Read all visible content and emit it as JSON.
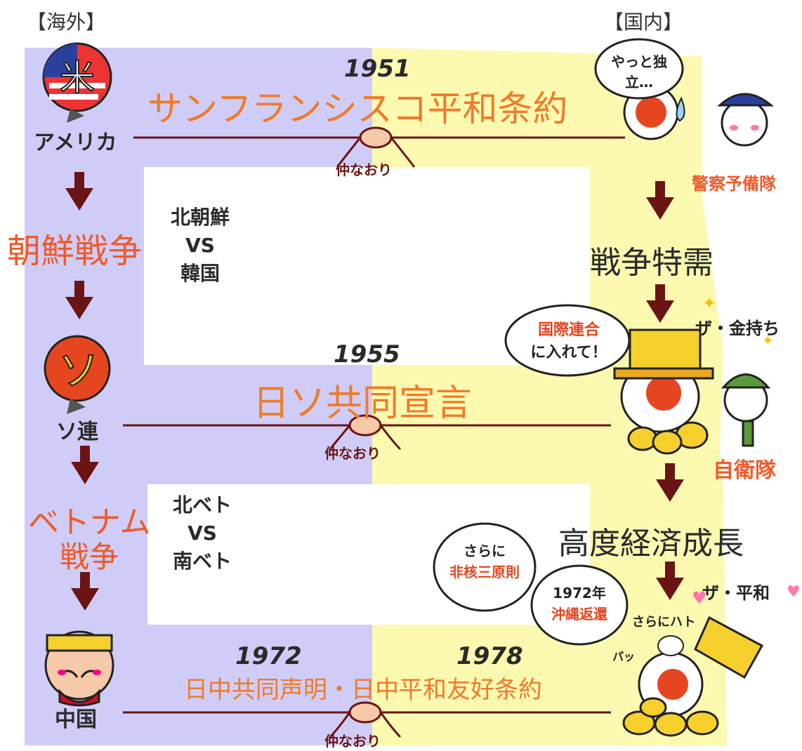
{
  "headers": {
    "overseas": "【海外】",
    "domestic": "【国内】"
  },
  "events": [
    {
      "year": "1951",
      "title": "サンフランシスコ平和条約",
      "note": "仲なおり",
      "country": "アメリカ"
    },
    {
      "year": "1955",
      "title": "日ソ共同宣言",
      "note": "仲なおり",
      "country": "ソ連"
    },
    {
      "year1": "1972",
      "year2": "1978",
      "title": "日中共同声明・日中平和友好条約",
      "note": "仲なおり",
      "country": "中国"
    }
  ],
  "wars": [
    {
      "name": "朝鮮戦争",
      "vs_top": "北朝鮮",
      "vs": "VS",
      "vs_bottom": "韓国"
    },
    {
      "name_line1": "ベトナム",
      "name_line2": "戦争",
      "vs_top": "北ベト",
      "vs": "VS",
      "vs_bottom": "南ベト"
    }
  ],
  "domestic": {
    "bubble_independence": "やっと独立…",
    "police": "警察予備隊",
    "special_demand": "戦争特需",
    "bubble_un_line1": "国際連合",
    "bubble_un_line2": "に入れて！",
    "rich_label": "ザ・金持ち",
    "sdf": "自衛隊",
    "growth": "高度経済成長",
    "bubble_nonnuclear_line1": "さらに",
    "bubble_nonnuclear_line2": "非核三原則",
    "bubble_okinawa_line1": "1972年",
    "bubble_okinawa_line2": "沖縄返還",
    "peace_label": "ザ・平和",
    "dove_label": "さらにハト",
    "sound": "パッ"
  },
  "colors": {
    "overseas_bg": "#cfcdf7",
    "domestic_bg": "#fbf9b0",
    "arrow": "#6b1414",
    "accent": "#f07a2a"
  }
}
